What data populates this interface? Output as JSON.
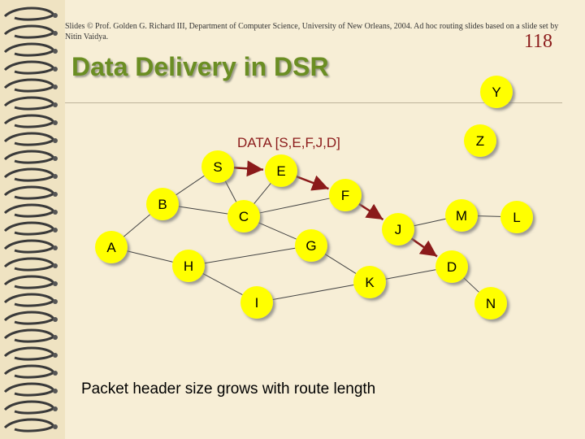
{
  "header": {
    "note": "Slides © Prof. Golden G. Richard III, Department of Computer Science, University of New Orleans, 2004. Ad hoc routing slides based on a slide set by Nitin Vaidya.",
    "slide_number": "118"
  },
  "title": "Data Delivery in DSR",
  "packet_label": "DATA [S,E,F,J,D]",
  "caption": "Packet header size grows with route length",
  "colors": {
    "node_fill": "#ffff00",
    "title": "#6b8e23",
    "edge": "#444444",
    "route_edge": "#8b1a1a"
  },
  "nodes": [
    {
      "id": "S",
      "label": "S"
    },
    {
      "id": "E",
      "label": "E"
    },
    {
      "id": "F",
      "label": "F"
    },
    {
      "id": "J",
      "label": "J"
    },
    {
      "id": "D",
      "label": "D"
    },
    {
      "id": "B",
      "label": "B"
    },
    {
      "id": "C",
      "label": "C"
    },
    {
      "id": "A",
      "label": "A"
    },
    {
      "id": "G",
      "label": "G"
    },
    {
      "id": "H",
      "label": "H"
    },
    {
      "id": "I",
      "label": "I"
    },
    {
      "id": "K",
      "label": "K"
    },
    {
      "id": "M",
      "label": "M"
    },
    {
      "id": "L",
      "label": "L"
    },
    {
      "id": "N",
      "label": "N"
    },
    {
      "id": "Y",
      "label": "Y"
    },
    {
      "id": "Z",
      "label": "Z"
    }
  ],
  "edges": [
    {
      "from": "S",
      "to": "E",
      "route": true
    },
    {
      "from": "E",
      "to": "F",
      "route": true
    },
    {
      "from": "F",
      "to": "J",
      "route": true
    },
    {
      "from": "J",
      "to": "D",
      "route": true
    },
    {
      "from": "S",
      "to": "B",
      "route": false
    },
    {
      "from": "S",
      "to": "C",
      "route": false
    },
    {
      "from": "B",
      "to": "A",
      "route": false
    },
    {
      "from": "B",
      "to": "C",
      "route": false
    },
    {
      "from": "C",
      "to": "E",
      "route": false
    },
    {
      "from": "C",
      "to": "G",
      "route": false
    },
    {
      "from": "A",
      "to": "H",
      "route": false
    },
    {
      "from": "H",
      "to": "G",
      "route": false
    },
    {
      "from": "H",
      "to": "I",
      "route": false
    },
    {
      "from": "G",
      "to": "K",
      "route": false
    },
    {
      "from": "I",
      "to": "K",
      "route": false
    },
    {
      "from": "K",
      "to": "D",
      "route": false
    },
    {
      "from": "M",
      "to": "L",
      "route": false
    },
    {
      "from": "M",
      "to": "J",
      "route": false
    },
    {
      "from": "D",
      "to": "N",
      "route": false
    },
    {
      "from": "F",
      "to": "C",
      "route": false
    }
  ]
}
